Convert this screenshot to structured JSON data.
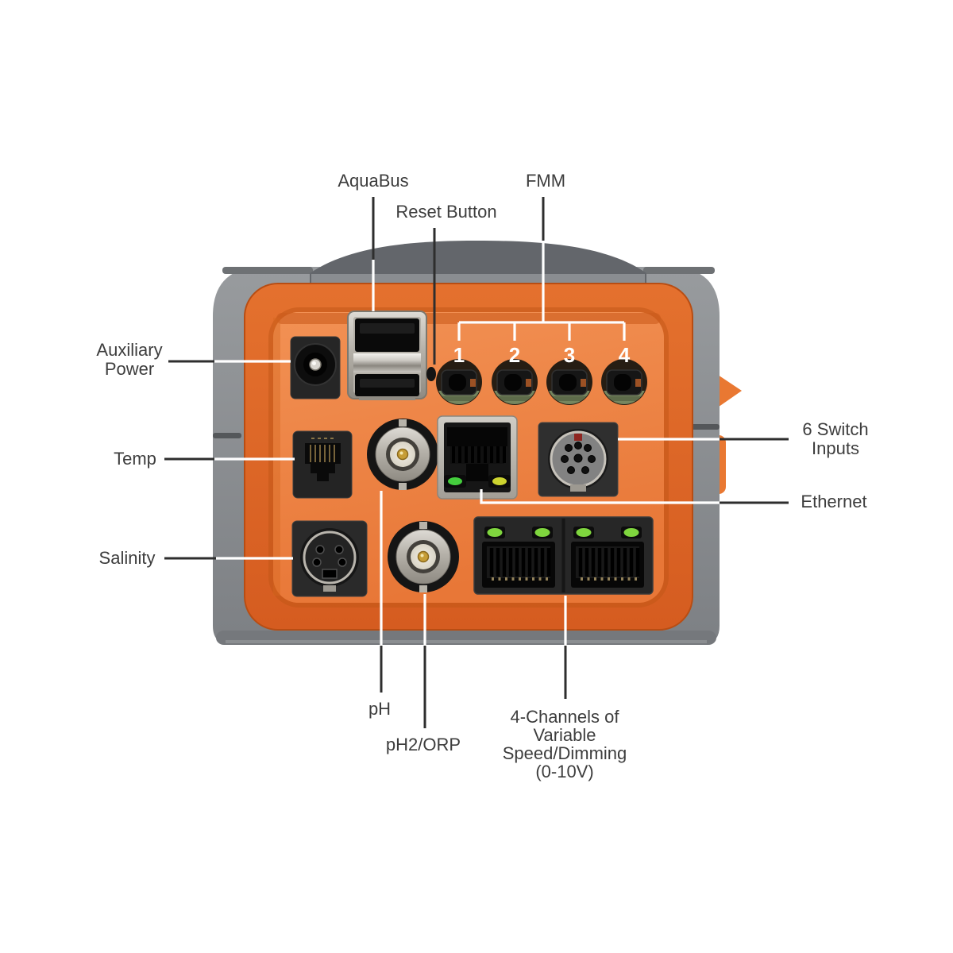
{
  "callouts": {
    "aquabus": "AquaBus",
    "reset_button": "Reset Button",
    "fmm": "FMM",
    "auxiliary_power": {
      "line1": "Auxiliary",
      "line2": "Power"
    },
    "temp": "Temp",
    "salinity": "Salinity",
    "switch_inputs": {
      "line1": "6 Switch",
      "line2": "Inputs"
    },
    "ethernet": "Ethernet",
    "ph": "pH",
    "ph2_orp": "pH2/ORP",
    "variable_channels": {
      "line1": "4-Channels of",
      "line2": "Variable",
      "line3": "Speed/Dimming",
      "line4": "(0-10V)"
    }
  },
  "fmm_port_numbers": [
    "1",
    "2",
    "3",
    "4"
  ],
  "colors": {
    "background": "#ffffff",
    "label_text": "#3d3d3d",
    "callout_line_dark": "#2e2e2e",
    "callout_line_light": "#ffffff",
    "shell_gray": "#888b8e",
    "panel_orange": "#ee8243",
    "panel_orange_dark": "#d85f22",
    "port_black": "#1d1d1d",
    "led_green": "#7fd63e",
    "led_amber": "#ccd32f",
    "fmm_number_text": "#ffffff"
  }
}
